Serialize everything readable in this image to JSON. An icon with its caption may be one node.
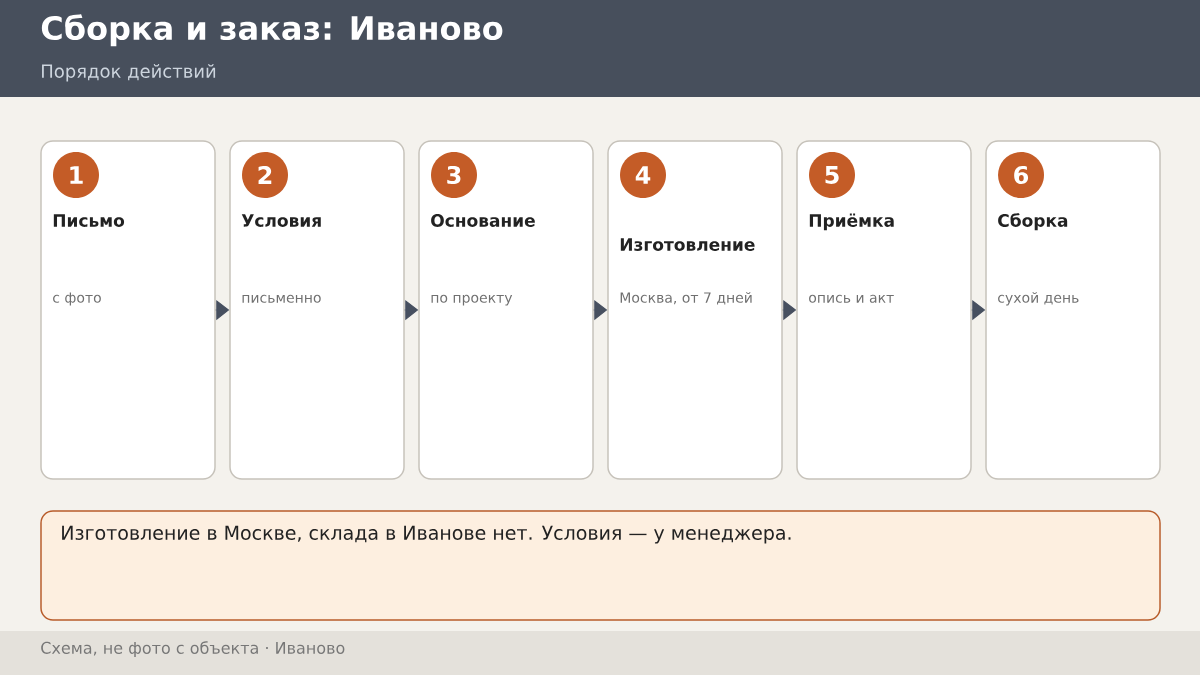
{
  "diagram": {
    "title": "Сборка и заказ: Иваново",
    "nodes": [
      {
        "text": [
          "Письмо",
          "с фото"
        ]
      },
      {
        "text": [
          "1"
        ],
        "in": 0
      },
      {
        "text": [
          "Условия",
          "письменно"
        ]
      },
      {
        "text": [
          "2"
        ],
        "in": 2
      },
      {
        "text": [
          "Основание",
          "по проекту"
        ]
      },
      {
        "text": [
          "3"
        ],
        "in": 4
      },
      {
        "text": [
          "Изготовление",
          "Москва, от 7 дней"
        ]
      },
      {
        "text": [
          "4"
        ],
        "in": 6
      },
      {
        "text": [
          "Приёмка",
          "опись и акт"
        ]
      },
      {
        "text": [
          "5"
        ],
        "in": 8
      },
      {
        "text": [
          "Сборка",
          "сухой день"
        ]
      },
      {
        "text": [
          "6"
        ],
        "in": 10
      },
      {
        "text": [
          "Изготовление в Москве, склада в Иванове нет. Условия — у менеджера."
        ]
      }
    ],
    "edges": [
      {
        "from": 0,
        "to": 2,
        "arrow": "to"
      },
      {
        "from": 2,
        "to": 4,
        "arrow": "to"
      },
      {
        "from": 4,
        "to": 6,
        "arrow": "to"
      },
      {
        "from": 6,
        "to": 8,
        "arrow": "to"
      },
      {
        "from": 8,
        "to": 10,
        "arrow": "to"
      }
    ],
    "labels": [
      "Порядок действий",
      "Схема, не фото с объекта · Иваново"
    ]
  }
}
